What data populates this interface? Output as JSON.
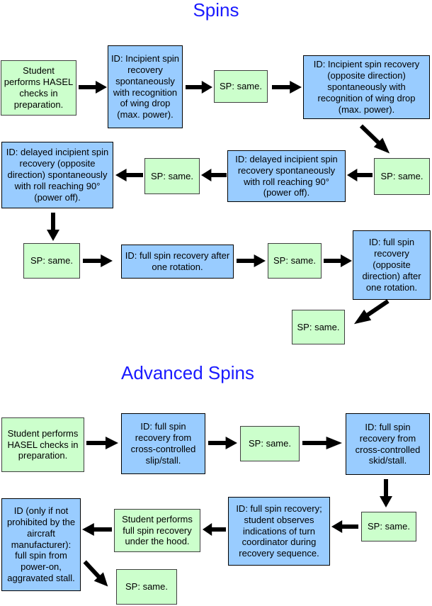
{
  "titles": {
    "spins": "Spins",
    "advanced": "Advanced Spins"
  },
  "colors": {
    "green_box_fill": "#ccffcc",
    "blue_box_fill": "#99ccff",
    "title_text": "#1a1aff",
    "arrow": "#000000"
  },
  "spins": {
    "nodes": [
      {
        "id": "hasel",
        "text": "Student performs HASEL checks in preparation."
      },
      {
        "id": "incipient",
        "text": "ID: Incipient spin recovery spontaneously with recognition of wing drop (max. power)."
      },
      {
        "id": "sp1",
        "text": "SP: same."
      },
      {
        "id": "incipient-opposite",
        "text": "ID: Incipient spin recovery (opposite direction) spontaneously with recognition of wing drop (max. power)."
      },
      {
        "id": "sp2",
        "text": "SP: same."
      },
      {
        "id": "delayed",
        "text": "ID: delayed incipient spin recovery spontaneously with roll reaching 90° (power off)."
      },
      {
        "id": "sp3",
        "text": "SP: same."
      },
      {
        "id": "delayed-opposite",
        "text": "ID: delayed incipient spin recovery (opposite direction) spontaneously with roll reaching 90° (power off)."
      },
      {
        "id": "sp4",
        "text": "SP: same."
      },
      {
        "id": "full-one-rotation",
        "text": "ID: full spin recovery after one rotation."
      },
      {
        "id": "sp5",
        "text": "SP: same."
      },
      {
        "id": "full-opposite",
        "text": "ID: full spin recovery (opposite direction) after one rotation."
      },
      {
        "id": "sp6",
        "text": "SP: same."
      }
    ]
  },
  "advanced": {
    "nodes": [
      {
        "id": "hasel",
        "text": "Student performs HASEL checks in preparation."
      },
      {
        "id": "slip-stall",
        "text": "ID: full spin recovery from cross-controlled slip/stall."
      },
      {
        "id": "sp1",
        "text": "SP: same."
      },
      {
        "id": "skid-stall",
        "text": "ID: full spin recovery from cross-controlled skid/stall."
      },
      {
        "id": "sp2",
        "text": "SP: same."
      },
      {
        "id": "turn-coordinator",
        "text": "ID: full spin recovery; student observes indications of turn coordinator during recovery sequence."
      },
      {
        "id": "under-hood",
        "text": "Student performs full spin recovery under the hood."
      },
      {
        "id": "power-on",
        "text": "ID (only if not prohibited by the aircraft manufacturer): full spin from power-on, aggravated stall."
      },
      {
        "id": "sp3",
        "text": "SP: same."
      }
    ]
  }
}
